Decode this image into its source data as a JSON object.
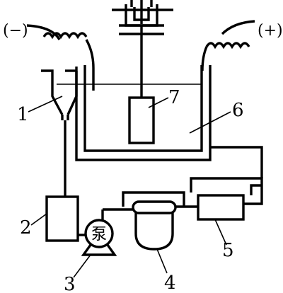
{
  "diagram": {
    "polarity_negative": "(−)",
    "polarity_positive": "(+)",
    "pump_char": "泵",
    "labels": {
      "n1": "1",
      "n2": "2",
      "n3": "3",
      "n4": "4",
      "n5": "5",
      "n6": "6",
      "n7": "7"
    }
  }
}
